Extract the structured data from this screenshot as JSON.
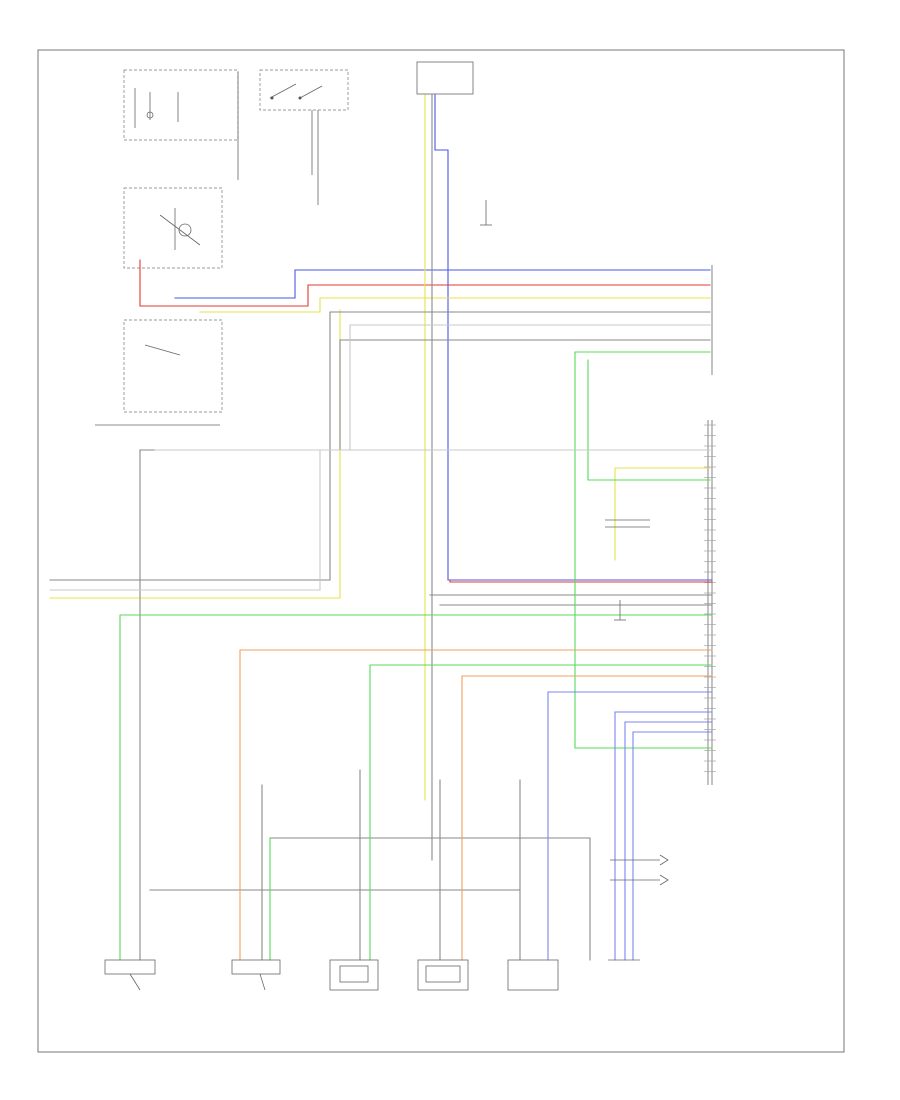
{
  "diagram": {
    "footer_code": "",
    "components": [
      {
        "id": "ecm",
        "label": ""
      },
      {
        "id": "sensor1",
        "label": ""
      },
      {
        "id": "sensor2",
        "label": ""
      },
      {
        "id": "sensor3",
        "label": ""
      },
      {
        "id": "sensor4",
        "label": ""
      },
      {
        "id": "sensor5",
        "label": ""
      }
    ]
  },
  "colors": {
    "yellow": "#e8e24a",
    "red": "#e23b2f",
    "blue": "#4a57e6",
    "green": "#58d85a",
    "orange": "#f0a060",
    "light_blue": "#7b85f0",
    "gray": "#8a8a8a"
  }
}
